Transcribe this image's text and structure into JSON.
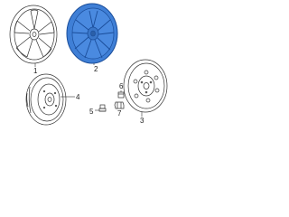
{
  "callouts": {
    "c1": "1",
    "c2": "2",
    "c3": "3",
    "c4": "4",
    "c5": "5",
    "c6": "6",
    "c7": "7"
  },
  "colors": {
    "highlight_fill": "#3f7fd6",
    "highlight_outline": "#1a4d9a",
    "line": "#333333"
  }
}
